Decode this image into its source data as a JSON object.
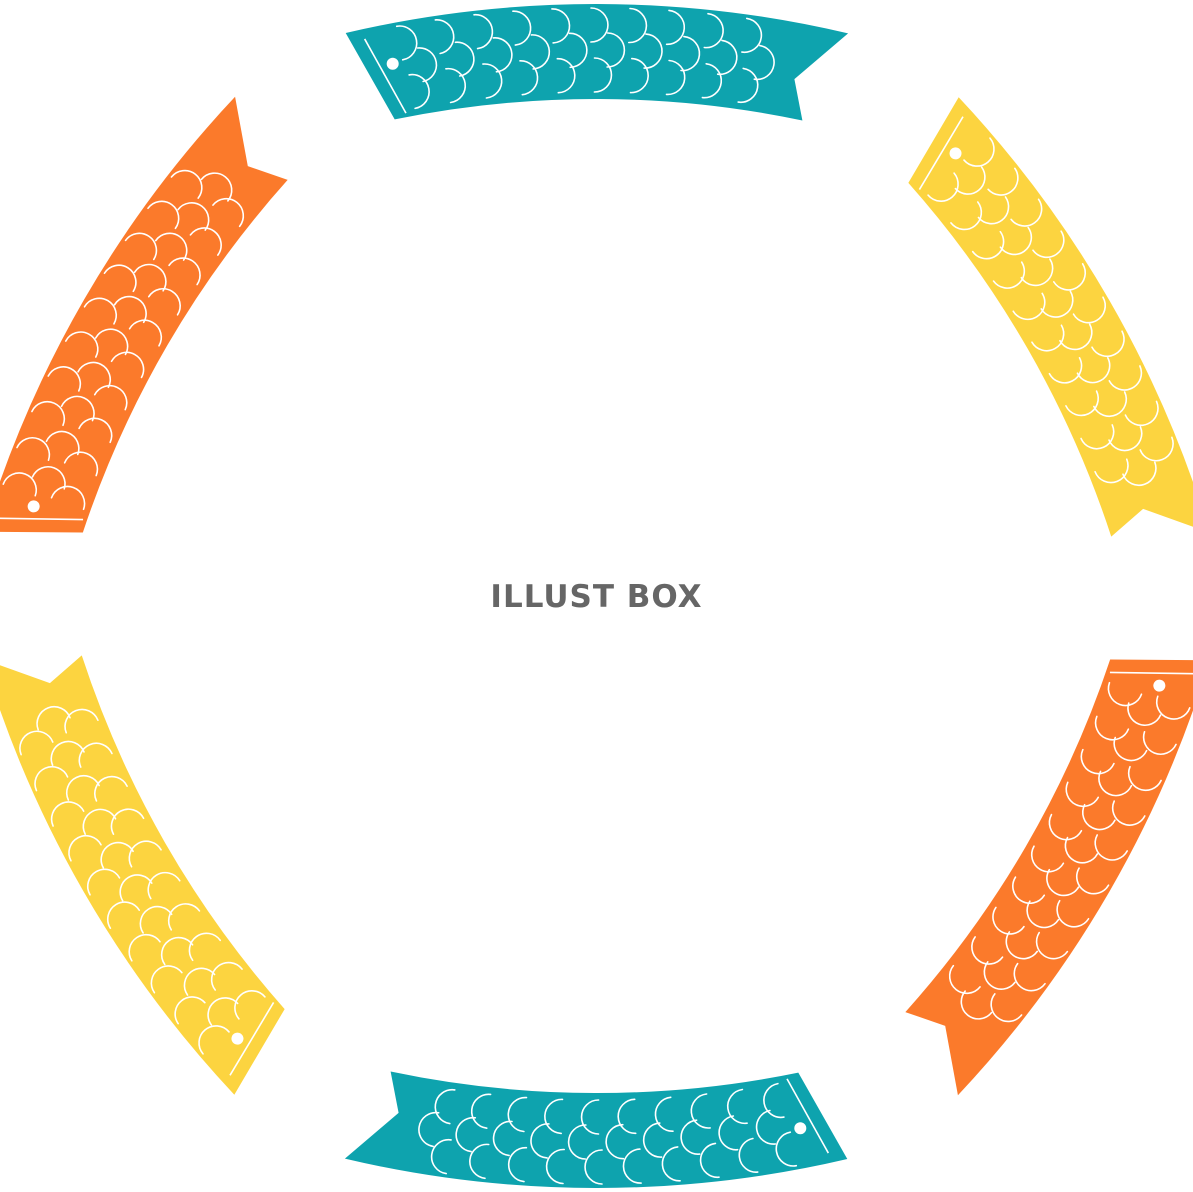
{
  "watermark": "ILLUST BOX",
  "colors": {
    "teal": "#0ea3ae",
    "yellow": "#fcd440",
    "orange": "#fb7a2b",
    "scale_line": "#ffffff",
    "text": "#666666",
    "background": "#ffffff"
  },
  "koinobori": [
    {
      "name": "koinobori-top-teal",
      "color": "teal",
      "head": "left"
    },
    {
      "name": "koinobori-upper-right-yellow",
      "color": "yellow",
      "head": "top"
    },
    {
      "name": "koinobori-lower-right-orange",
      "color": "orange",
      "head": "top"
    },
    {
      "name": "koinobori-bottom-teal",
      "color": "teal",
      "head": "right"
    },
    {
      "name": "koinobori-lower-left-yellow",
      "color": "yellow",
      "head": "bottom"
    },
    {
      "name": "koinobori-upper-left-orange",
      "color": "orange",
      "head": "bottom"
    }
  ]
}
